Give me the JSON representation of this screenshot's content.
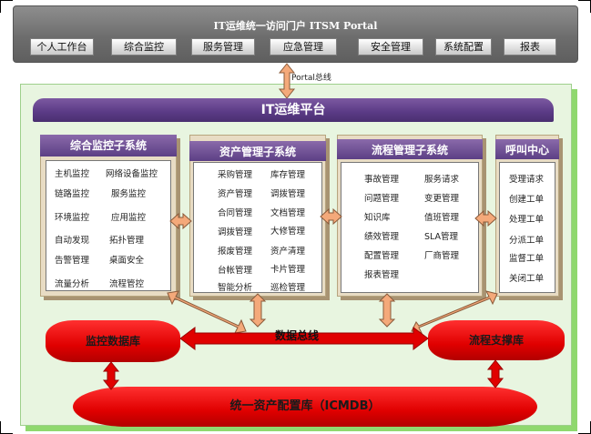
{
  "portal": {
    "title": "IT运维统一访问门户 ITSM Portal",
    "tabs": [
      "个人工作台",
      "综合监控",
      "服务管理",
      "应急管理",
      "安全管理",
      "系统配置",
      "报表"
    ]
  },
  "portal_bus": "Portal总线",
  "platform_title": "IT运维平台",
  "subsystems": {
    "monitoring": {
      "title": "综合监控子系统",
      "items": [
        "主机监控",
        "网络设备监控",
        "链路监控",
        "服务监控",
        "环境监控",
        "应用监控",
        "自动发现",
        "拓扑管理",
        "告警管理",
        "桌面安全",
        "流量分析",
        "流程管控"
      ]
    },
    "asset": {
      "title": "资产管理子系统",
      "items": [
        "采购管理",
        "库存管理",
        "资产管理",
        "调拨管理",
        "合同管理",
        "文档管理",
        "调拨管理",
        "大修管理",
        "报废管理",
        "资产清理",
        "台帐管理",
        "卡片管理",
        "智能分析",
        "巡检管理"
      ]
    },
    "process": {
      "title": "流程管理子系统",
      "items": [
        "事故管理",
        "服务请求",
        "问题管理",
        "变更管理",
        "知识库",
        "值班管理",
        "绩效管理",
        "SLA管理",
        "配置管理",
        "厂商管理",
        "报表管理"
      ]
    },
    "callcenter": {
      "title": "呼叫中心",
      "items": [
        "受理请求",
        "创建工单",
        "处理工单",
        "分派工单",
        "监督工单",
        "关闭工单"
      ]
    }
  },
  "data_bus": "数据总线",
  "databases": {
    "monitor_db": "监控数据库",
    "process_db": "流程支撑库",
    "cmdb": "统一资产配置库（ICMDB）"
  },
  "colors": {
    "purple": "#5a3a85",
    "arrow": "#f4a97a",
    "db_red": "#e00000",
    "platform_bg": "#e8f5e0"
  }
}
